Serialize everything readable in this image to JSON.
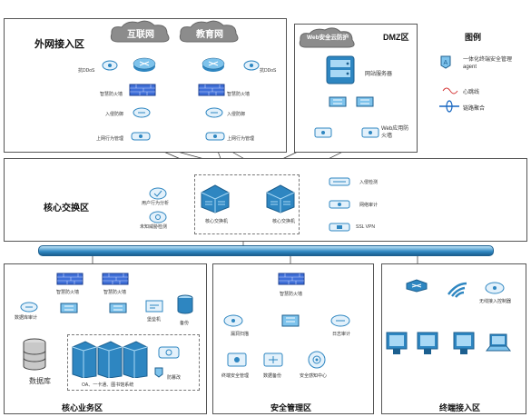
{
  "zones": {
    "internet_access": "外网接入区",
    "dmz": "DMZ区",
    "legend": "图例",
    "core_switch": "核心交换区",
    "core_business": "核心业务区",
    "security_mgmt": "安全管理区",
    "terminal_access": "终端接入区"
  },
  "clouds": {
    "internet": "互联网",
    "edu_net": "教育网",
    "web_gateway": "Web安全云防护"
  },
  "legend_items": {
    "agent": "一体化终端安全管理agent",
    "heartbeat": "心跳线",
    "link_agg": "链路聚合"
  },
  "internet_access": {
    "anti_ddos_left": "抗DDoS",
    "anti_ddos_right": "抗DDoS",
    "nextgen_fw_left": "智慧防火墙",
    "nextgen_fw_right": "智慧防火墙",
    "ips_left": "入侵防御",
    "ips_right": "入侵防御",
    "behavior_left": "上网行为管理",
    "behavior_right": "上网行为管理"
  },
  "dmz": {
    "web_server": "网站服务器",
    "waf": "Web应用防火墙"
  },
  "core_switch": {
    "user_analysis": "用户行为分析",
    "unknown_threat": "未知威胁检测",
    "core_sw_left": "核心交换机",
    "core_sw_right": "核心交换机",
    "ids": "入侵检测",
    "net_audit": "网络审计",
    "ssl_vpn": "SSL VPN"
  },
  "core_business": {
    "fw_left": "智慧防火墙",
    "fw_right": "智慧防火墙",
    "db_audit": "数据库审计",
    "bastion": "堡垒机",
    "backup": "备份",
    "database": "数据库",
    "oa_systems": "OA、一卡通、图书馆系统",
    "tamper": "防篡改"
  },
  "security_mgmt": {
    "fw": "智慧防火墙",
    "vuln_scan": "漏洞扫描",
    "log_audit": "日志审计",
    "terminal_mgmt": "终端安全管理",
    "data_backup": "数据备份",
    "sec_center": "安全感知中心"
  },
  "terminal_access": {
    "wireless": "无线接入控制器"
  }
}
